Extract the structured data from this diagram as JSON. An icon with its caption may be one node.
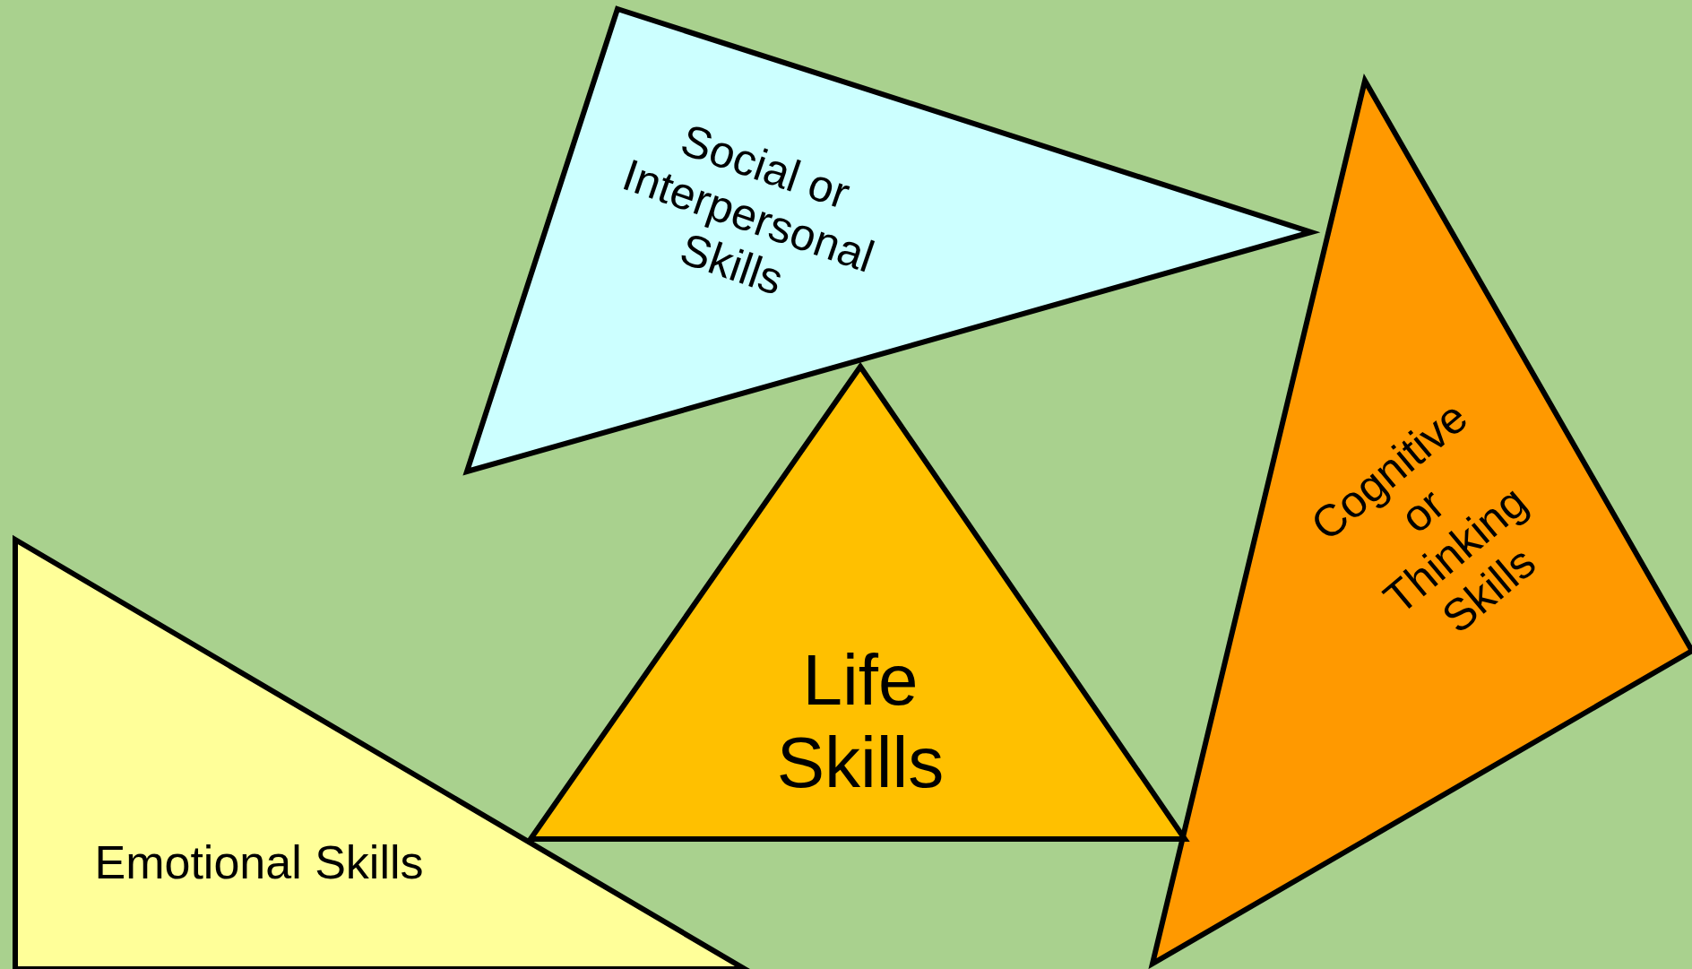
{
  "diagram": {
    "nodes": [
      {
        "text": [
          "Social or Interpersonal Skills"
        ]
      },
      {
        "text": [
          "Cognitive or Thinking Skills"
        ]
      },
      {
        "text": [
          "Life Skills"
        ]
      },
      {
        "text": [
          "Emotional Skills"
        ]
      }
    ]
  }
}
